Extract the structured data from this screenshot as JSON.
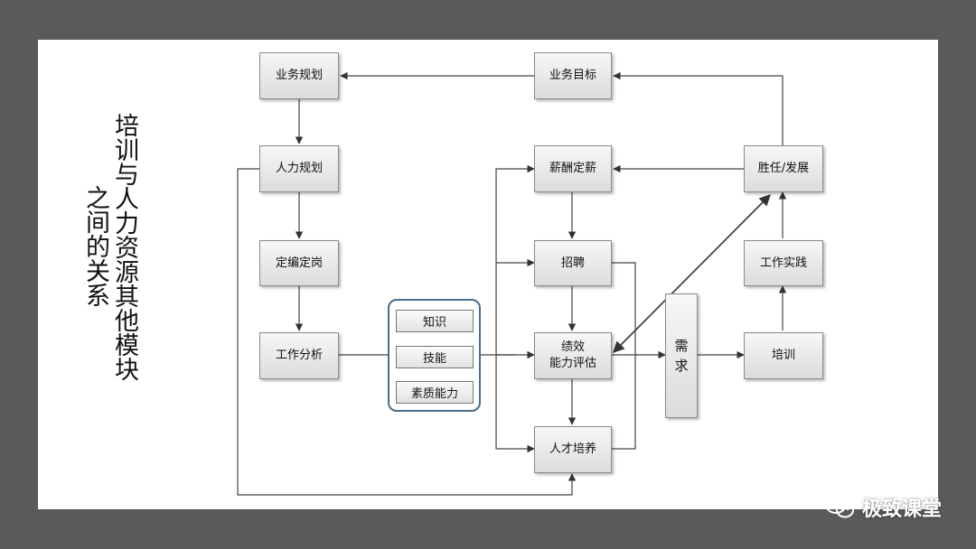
{
  "title": {
    "col1": "培训与人力资源其他模块",
    "col2": "之间的关系"
  },
  "nodes": {
    "business_planning": "业务规划",
    "business_goals": "业务目标",
    "hr_planning": "人力规划",
    "compensation": "薪酬定薪",
    "competency": "胜任/发展",
    "staffing": "定编定岗",
    "recruitment": "招聘",
    "work_practice": "工作实践",
    "job_analysis": "工作分析",
    "performance_line1": "绩效",
    "performance_line2": "能力评估",
    "demand_line1": "需",
    "demand_line2": "求",
    "training": "培训",
    "talent_development": "人才培养"
  },
  "skills": [
    "知识",
    "技能",
    "素质能力"
  ],
  "watermark": {
    "text": "极致课堂",
    "icon": "wechat-icon"
  }
}
